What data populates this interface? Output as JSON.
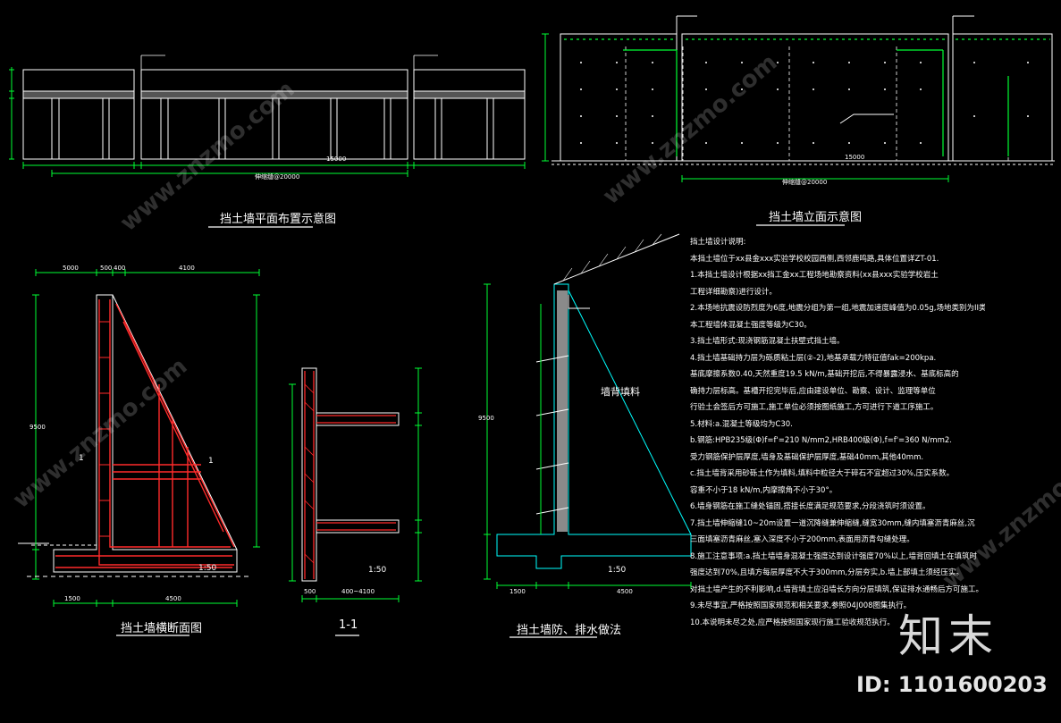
{
  "titles": {
    "plan": "挡土墙平面布置示意图",
    "elevation": "挡土墙立面示意图",
    "section": "挡土墙横断面图",
    "section11": "1-1",
    "drainage": "挡土墙防、排水做法"
  },
  "labels": {
    "plan_total": "15000",
    "elev_total": "15000",
    "plan_sub": "伸缩缝@20000",
    "elev_sub": "伸缩缝@20000",
    "sec_top_a": "5000",
    "sec_top_b": "500",
    "sec_top_c": "400",
    "sec_top_d": "4100",
    "sec_height": "9500",
    "sec_bot_a": "1500",
    "sec_bot_b": "4500",
    "sec_slope": "1:50",
    "sec_mark": "1",
    "s11_bot": "400~4100",
    "s11_left": "500",
    "s11_slope": "1:50",
    "dr_height": "9500",
    "dr_bot_a": "1500",
    "dr_bot_b": "4500",
    "dr_slope": "1:50",
    "dr_fill": "墙背填料"
  },
  "notes": [
    "挡土墙设计说明:",
    "本挡土墙位于xx县金xxx实验学校校园西侧,西邻鹿鸣路,具体位置详ZT-01.",
    "1.本挡土墙设计根据xx挡工金xx工程场地勘察资料(xx县xxx实验学校岩土",
    "工程详细勘察)进行设计。",
    "2.本场地抗震设防烈度为6度,地震分组为第一组,地震加速度峰值为0.05g,场地类别为II类。",
    "本工程墙体混凝土强度等级为C30。",
    "3.挡土墙形式:现浇钢筋混凝土扶壁式挡土墙。",
    "4.挡土墙基础持力层为砾质粘土层(②-2),地基承载力特征值fak=200kpa.",
    "基底摩擦系数0.40,天然重度19.5 kN/m,基础开挖后,不得暴露浸水、基底标高的",
    "确持力层标高。基槽开挖完毕后,应由建设单位、勘察、设计、监理等单位",
    "行验土会签后方可施工,施工单位必须按图纸施工,方可进行下道工序施工。",
    "5.材料:a.混凝土等级均为C30.",
    "b.钢筋:HPB235级(Φ)f=f'=210 N/mm2,HRB400级(Φ),f=f'=360 N/mm2.",
    "受力钢筋保护层厚度,墙身及基础保护层厚度,基础40mm,其他40mm.",
    "c.挡土墙背采用砂砾土作为填料,填料中粒径大于碎石不宜超过30%,压实系数。",
    "容重不小于18 kN/m,内摩擦角不小于30°。",
    "6.墙身钢筋在施工缝处锚固,搭接长度满足规范要求,分段浇筑时须设置。",
    "7.挡土墙伸缩缝10~20m设置一道沉降缝兼伸缩缝,缝宽30mm,缝内填塞沥青麻丝,沉",
    "三面填塞沥青麻丝,塞入深度不小于200mm,表面用沥青勾缝处理。",
    "8.施工注意事项:a.挡土墙墙身混凝土强度达到设计强度70%以上,墙背回填土在填筑时",
    "强度达到70%,且填方每层厚度不大于300mm,分层夯实,b.墙上部填土须经压实。",
    "对挡土墙产生的不利影响,d.墙背填土应沿墙长方向分层填筑,保证排水通畅后方可施工。",
    "9.未尽事宜,严格按照国家规范和相关要求,参照04J008图集执行。",
    "10.本说明未尽之处,应严格按照国家现行施工验收规范执行。"
  ],
  "watermark": "www.znzmo.com",
  "brand": "知末",
  "id_text": "ID: 1101600203",
  "colors": {
    "background": "#000000",
    "structure": "#ffffff",
    "rebar": "#ff2a2a",
    "dimension": "#00ff33",
    "outline": "#00ffff",
    "fill": "#9a9a9a"
  }
}
